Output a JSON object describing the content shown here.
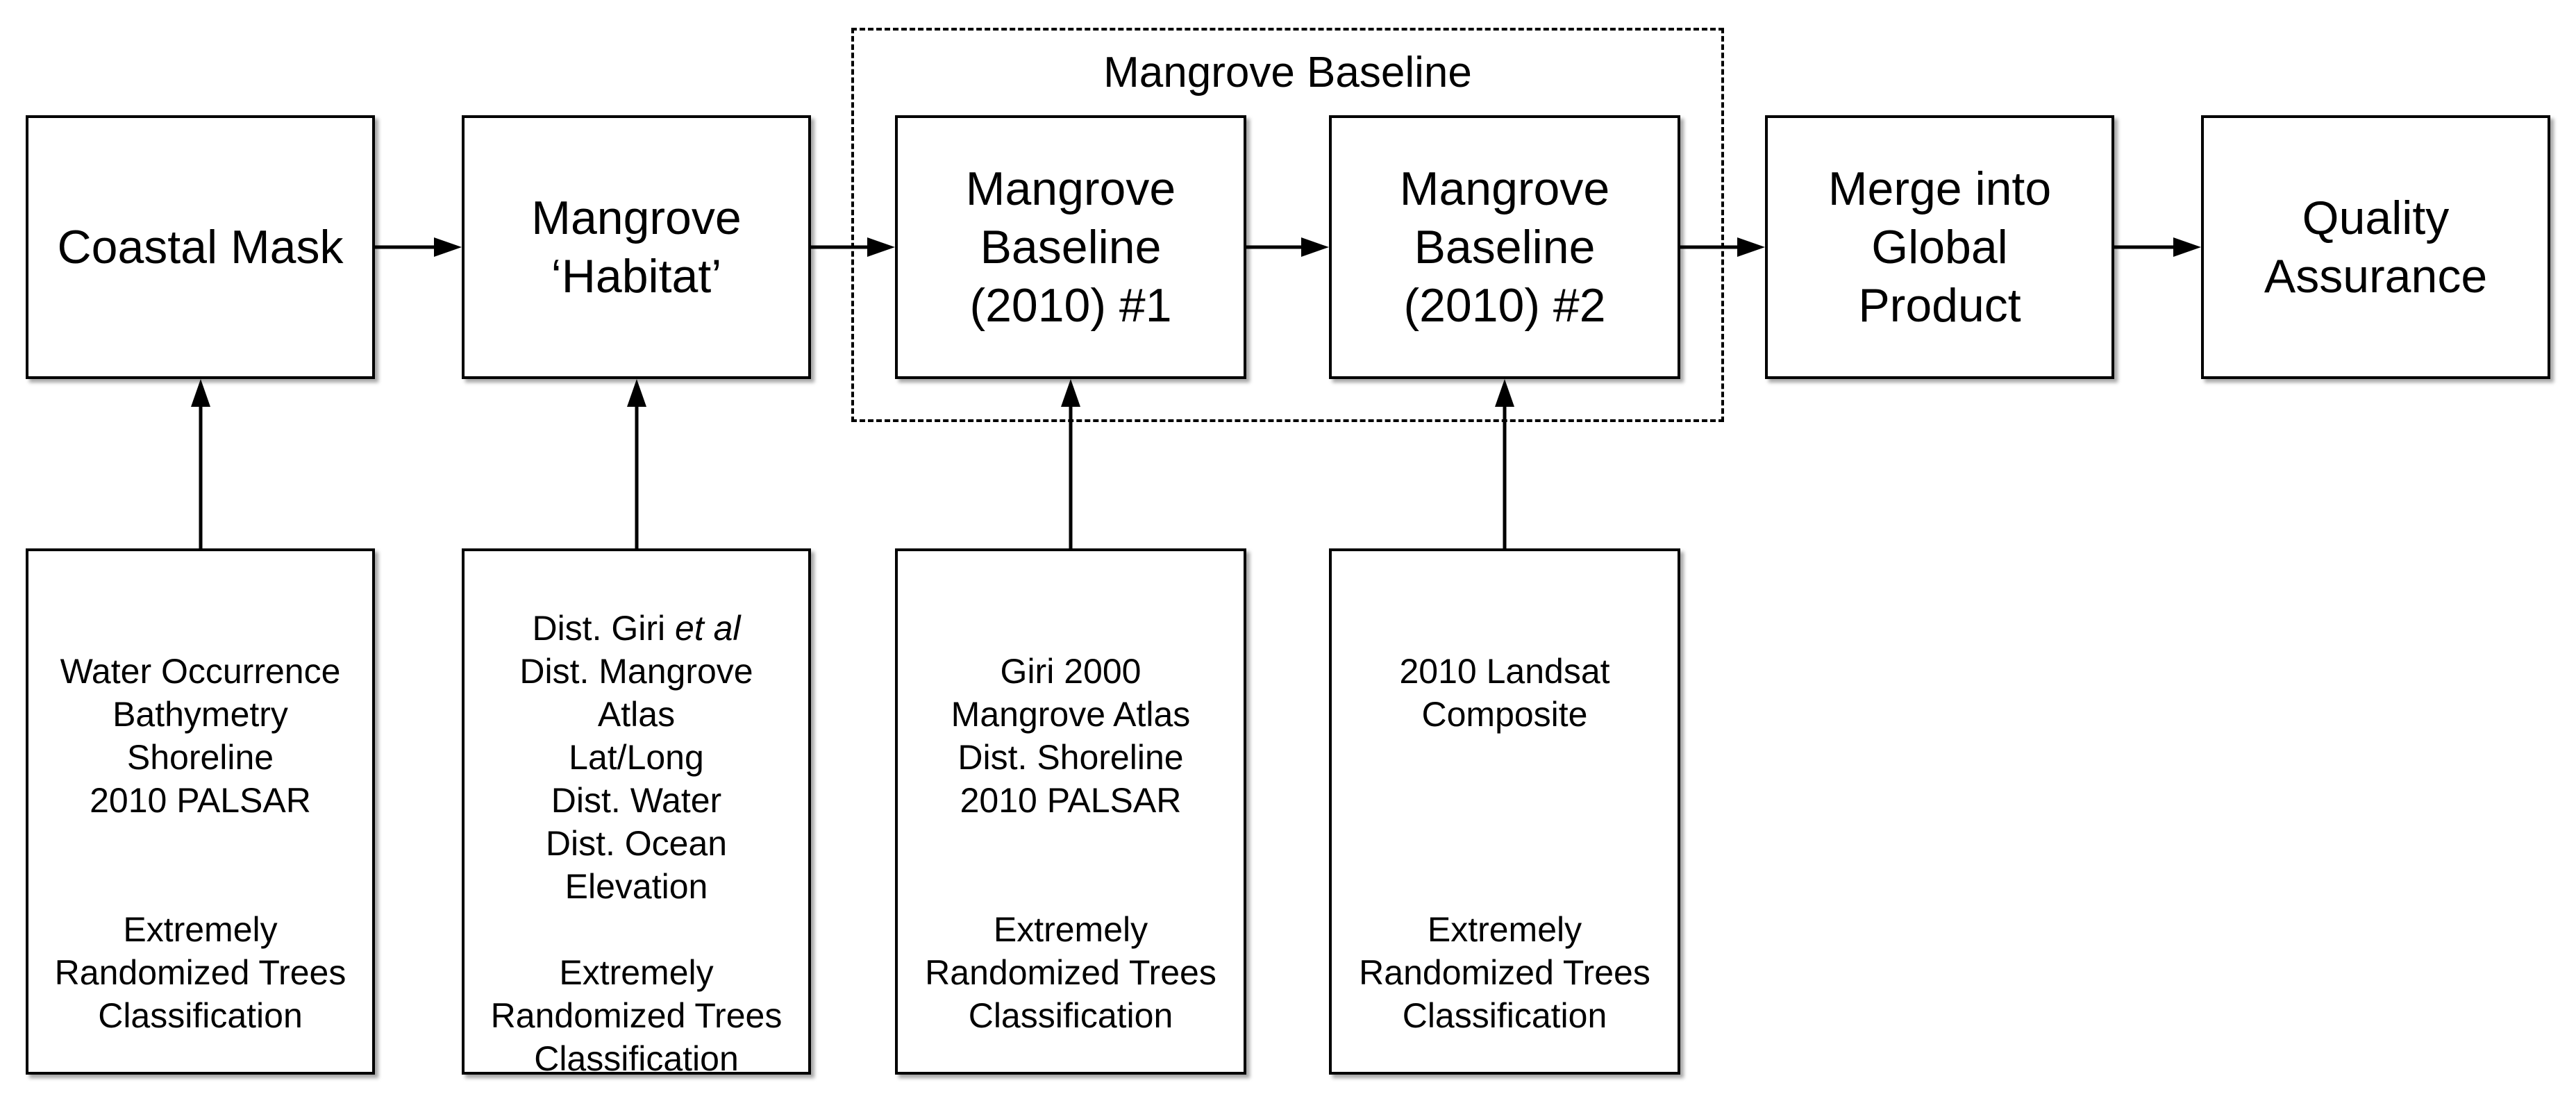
{
  "group": {
    "label": "Mangrove Baseline"
  },
  "stages": [
    {
      "id": "coastal-mask",
      "lines": [
        "Coastal Mask"
      ]
    },
    {
      "id": "mangrove-habitat",
      "lines": [
        "Mangrove",
        "‘Habitat’"
      ]
    },
    {
      "id": "baseline-1",
      "lines": [
        "Mangrove",
        "Baseline",
        "(2010) #1"
      ]
    },
    {
      "id": "baseline-2",
      "lines": [
        "Mangrove",
        "Baseline",
        "(2010) #2"
      ]
    },
    {
      "id": "merge-global",
      "lines": [
        "Merge into",
        "Global",
        "Product"
      ]
    },
    {
      "id": "quality-assurance",
      "lines": [
        "Quality",
        "Assurance"
      ]
    }
  ],
  "inputs": [
    {
      "id": "coastal-mask-inputs",
      "lines": [
        "",
        "Water Occurrence",
        "Bathymetry",
        "Shoreline",
        "2010 PALSAR"
      ],
      "classifier": [
        "Extremely",
        "Randomized Trees",
        "Classification"
      ]
    },
    {
      "id": "habitat-inputs",
      "first_line": {
        "prefix": "Dist. Giri ",
        "italic": "et al"
      },
      "lines": [
        "Dist. Mangrove",
        "Atlas",
        "Lat/Long",
        "Dist. Water",
        "Dist. Ocean",
        "Elevation"
      ],
      "classifier": [
        "Extremely",
        "Randomized Trees",
        "Classification"
      ]
    },
    {
      "id": "baseline-1-inputs",
      "lines": [
        "",
        "Giri 2000",
        "Mangrove Atlas",
        "Dist. Shoreline",
        "2010 PALSAR"
      ],
      "classifier": [
        "Extremely",
        "Randomized Trees",
        "Classification"
      ]
    },
    {
      "id": "baseline-2-inputs",
      "lines": [
        "",
        "2010 Landsat",
        "Composite",
        "",
        ""
      ],
      "classifier": [
        "Extremely",
        "Randomized Trees",
        "Classification"
      ]
    }
  ]
}
